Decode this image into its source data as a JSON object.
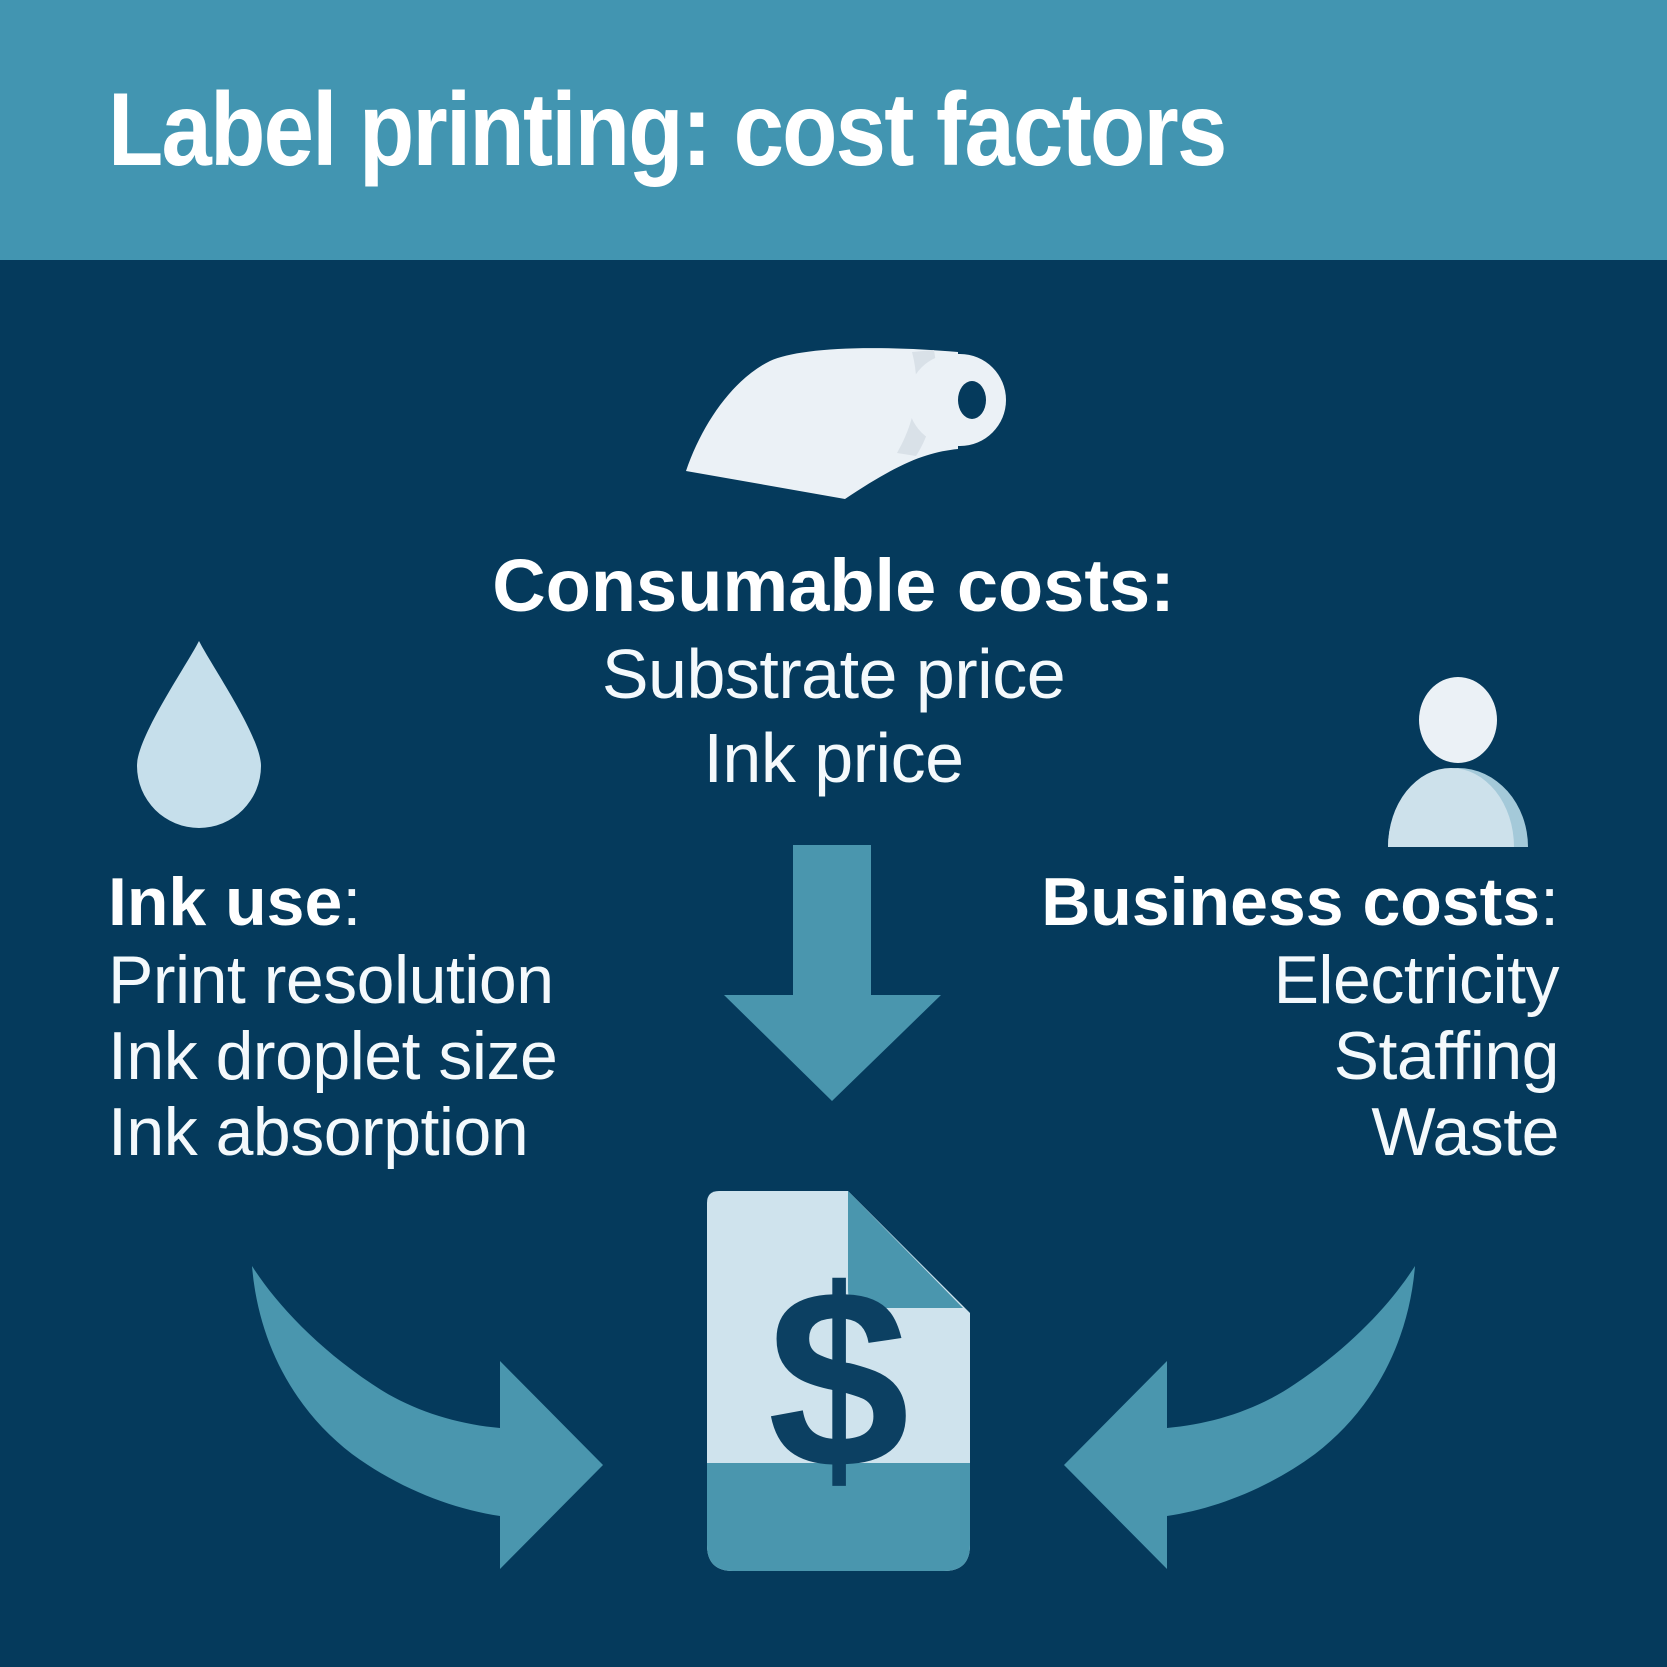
{
  "title": "Label printing: cost factors",
  "colors": {
    "header-teal": "#4295b1",
    "accent-teal": "#4a96ae",
    "background-navy": "#053a5c",
    "icon-light-blue": "#c6dfeb",
    "page-light-blue": "#cfe3ed",
    "icon-white": "#ebf1f6",
    "person-body": "#cde1eb",
    "person-body-shade": "#a4c9d9",
    "roll-shade": "#d9e1e8",
    "dollar-navy": "#0c4062",
    "text-white": "#ffffff"
  },
  "sections": {
    "consumables": {
      "icon": "label-roll-icon",
      "heading": "Consumable costs:",
      "items": [
        "Substrate price",
        "Ink price"
      ]
    },
    "ink": {
      "icon": "ink-drop-icon",
      "heading": "Ink use",
      "heading_suffix": ":",
      "items": [
        "Print resolution",
        "Ink droplet size",
        "Ink absorption"
      ]
    },
    "business": {
      "icon": "person-icon",
      "heading": "Business costs",
      "heading_suffix": ":",
      "items": [
        "Electricity",
        "Staffing",
        "Waste"
      ]
    }
  },
  "result": {
    "icon": "cost-document-icon",
    "dollar_glyph": "$"
  }
}
